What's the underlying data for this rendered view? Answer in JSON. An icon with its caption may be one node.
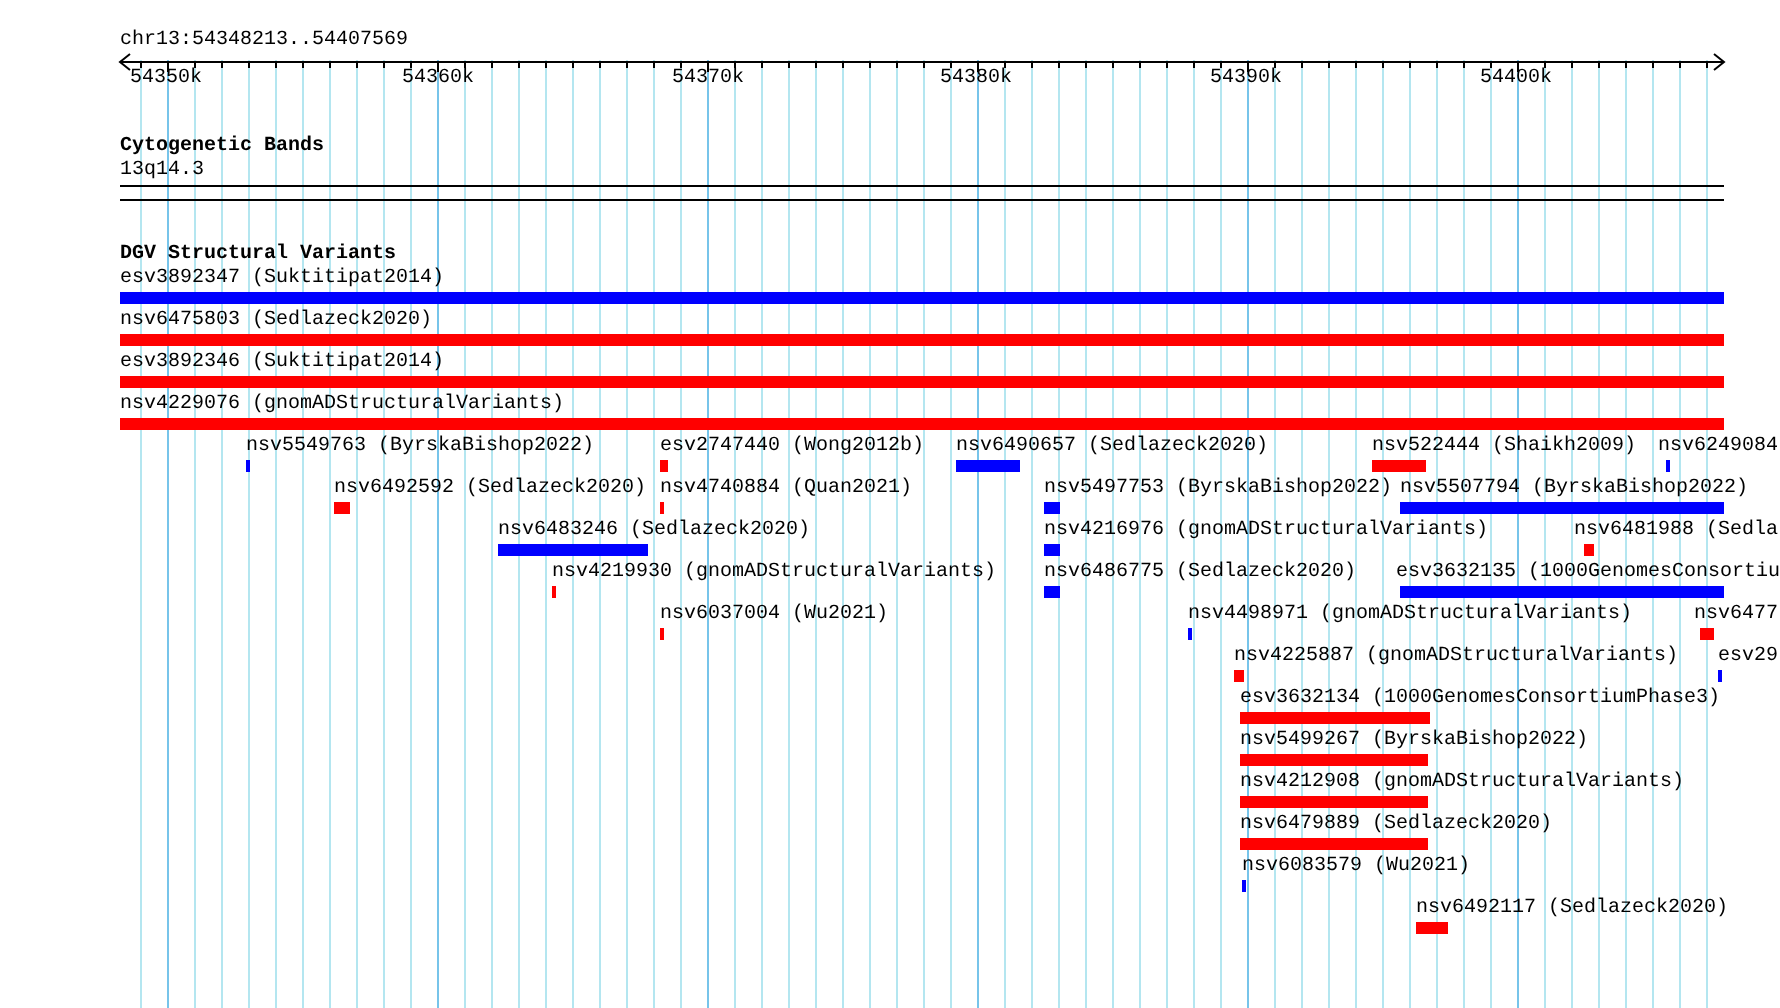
{
  "diagram": {
    "nodes": [
      {
        "text": [
          "esv3892347 (Suktitipat2014)"
        ]
      },
      {
        "text": [
          "nsv6475803 (Sedlazeck2020)"
        ]
      },
      {
        "text": [
          "esv3892346 (Suktitipat2014)"
        ]
      },
      {
        "text": [
          "nsv4229076 (gnomADStructuralVariants)"
        ]
      },
      {
        "text": [
          "nsv5549763 (ByrskaBishop2022)"
        ]
      },
      {
        "text": [
          "esv2747440 (Wong2012b)"
        ]
      },
      {
        "text": [
          "nsv6490657 (Sedlazeck2020)"
        ]
      },
      {
        "text": [
          "nsv522444 (Shaikh2009)"
        ]
      },
      {
        "text": [
          "nsv6249084"
        ]
      },
      {
        "text": [
          "nsv6492592 (Sedlazeck2020)"
        ]
      },
      {
        "text": [
          "nsv4740884 (Quan2021)"
        ]
      },
      {
        "text": [
          "nsv5497753 (ByrskaBishop2022)"
        ]
      },
      {
        "text": [
          "nsv5507794 (ByrskaBishop2022)"
        ]
      },
      {
        "text": [
          "nsv6483246 (Sedlazeck2020)"
        ]
      },
      {
        "text": [
          "nsv4216976 (gnomADStructuralVariants)"
        ]
      },
      {
        "text": [
          "nsv6481988 (Sedla"
        ]
      },
      {
        "text": [
          "nsv4219930 (gnomADStructuralVariants)"
        ]
      },
      {
        "text": [
          "nsv6486775 (Sedlazeck2020)"
        ]
      },
      {
        "text": [
          "esv3632135 (1000GenomesConsortiu"
        ]
      },
      {
        "text": [
          "nsv6037004 (Wu2021)"
        ]
      },
      {
        "text": [
          "nsv4498971 (gnomADStructuralVariants)"
        ]
      },
      {
        "text": [
          "nsv6477"
        ]
      },
      {
        "text": [
          "nsv4225887 (gnomADStructuralVariants)"
        ]
      },
      {
        "text": [
          "esv29"
        ]
      },
      {
        "text": [
          "esv3632134 (1000GenomesConsortiumPhase3)"
        ]
      },
      {
        "text": [
          "nsv5499267 (ByrskaBishop2022)"
        ]
      },
      {
        "text": [
          "nsv4212908 (gnomADStructuralVariants)"
        ]
      },
      {
        "text": [
          "nsv6479889 (Sedlazeck2020)"
        ]
      },
      {
        "text": [
          "nsv6083579 (Wu2021)"
        ]
      },
      {
        "text": [
          "nsv6492117 (Sedlazeck2020)"
        ]
      }
    ],
    "labels": [
      "chr13:54348213..54407569",
      "54350k",
      "54360k",
      "54370k",
      "54380k",
      "54390k",
      "54400k",
      "Cytogenetic Bands",
      "13q14.3",
      "DGV Structural Variants"
    ]
  }
}
